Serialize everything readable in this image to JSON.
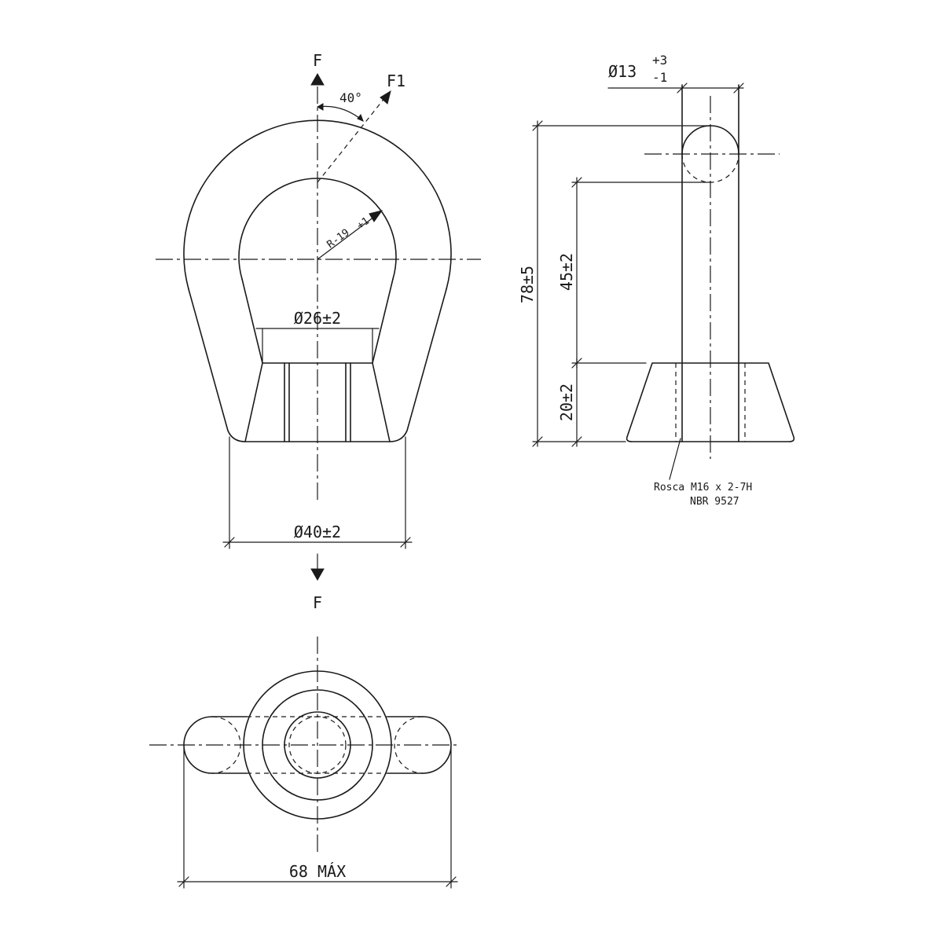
{
  "front_view": {
    "force_top": "F",
    "force_angle": "F1",
    "angle": "40°",
    "radius": "R-19",
    "radius_tol": "+1",
    "inner_dia": "Ø26±2",
    "base_dia": "Ø40±2",
    "force_bottom": "F"
  },
  "side_view": {
    "ring_dia": "Ø13",
    "ring_tol_plus": "+3",
    "ring_tol_minus": "-1",
    "height_total": "78±5",
    "height_mid": "45±2",
    "height_base": "20±2",
    "thread_line1": "Rosca M16 x 2-7H",
    "thread_line2": "NBR 9527"
  },
  "top_view": {
    "width": "68 MÁX"
  }
}
